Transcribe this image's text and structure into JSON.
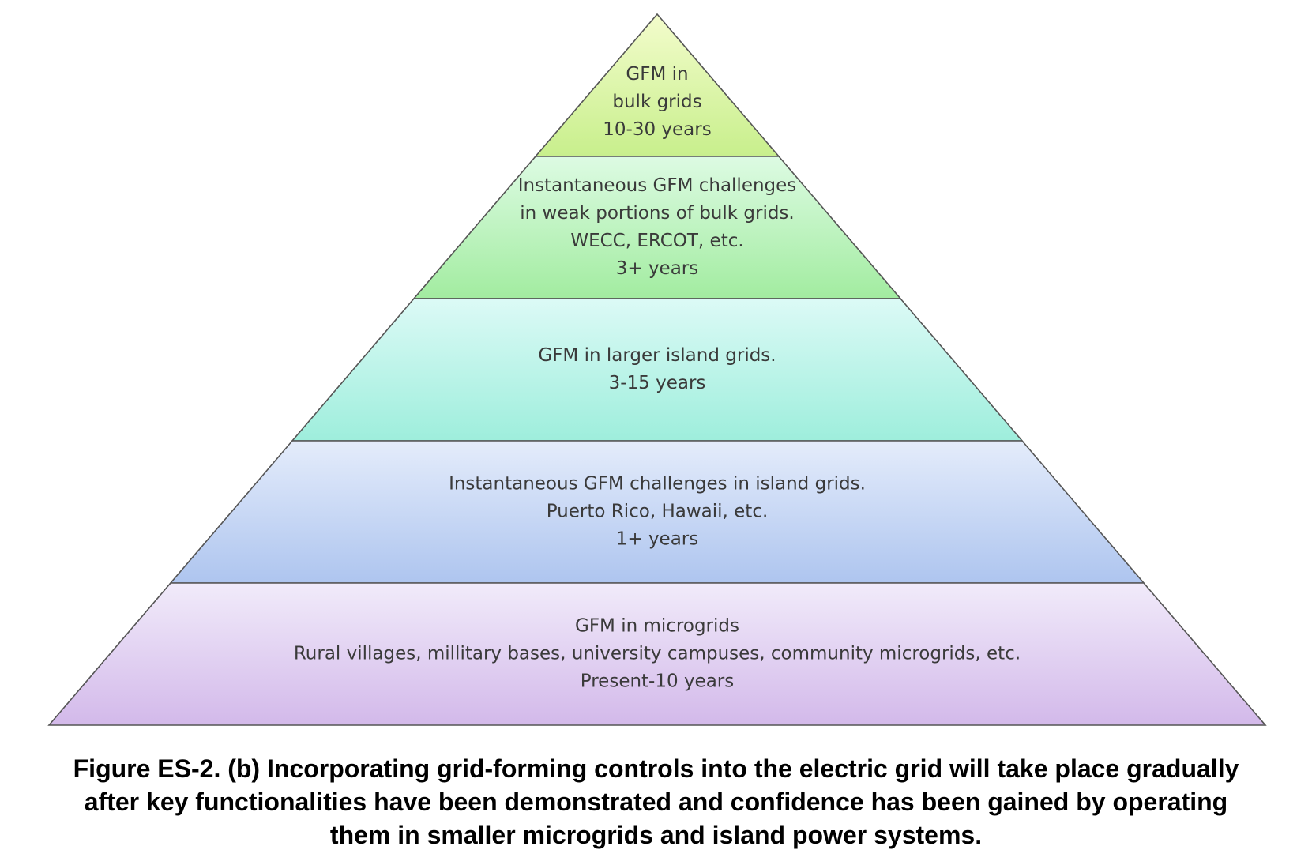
{
  "pyramid": {
    "tiers": [
      {
        "id": "bulk-grids",
        "lines": [
          "GFM in",
          "bulk grids",
          "10-30 years"
        ],
        "color_top": "#f3fccc",
        "color_bottom": "#c8ef8c"
      },
      {
        "id": "weak-bulk-grids",
        "lines": [
          "Instantaneous GFM challenges",
          "in weak portions of bulk grids.",
          "WECC, ERCOT, etc.",
          "3+ years"
        ],
        "color_top": "#ddfbe3",
        "color_bottom": "#a2eca0"
      },
      {
        "id": "larger-island-grids",
        "lines": [
          "GFM in larger island grids.",
          "3-15 years"
        ],
        "color_top": "#dcfaf6",
        "color_bottom": "#9eeedc"
      },
      {
        "id": "island-grids",
        "lines": [
          "Instantaneous GFM challenges in island grids.",
          "Puerto Rico, Hawaii, etc.",
          "1+ years"
        ],
        "color_top": "#e4ecfb",
        "color_bottom": "#aec5ef"
      },
      {
        "id": "microgrids",
        "lines": [
          "GFM in microgrids",
          "Rural villages, millitary bases, university campuses, community microgrids, etc.",
          "Present-10 years"
        ],
        "color_top": "#f1ebfa",
        "color_bottom": "#d3b9ea"
      }
    ],
    "outline_color": "#555555"
  },
  "caption": {
    "lines": [
      "Figure ES-2. (b) Incorporating grid-forming controls into the electric grid will take place gradually",
      "after key functionalities have been demonstrated and confidence has been gained by operating",
      "them in smaller microgrids and island power systems."
    ]
  }
}
